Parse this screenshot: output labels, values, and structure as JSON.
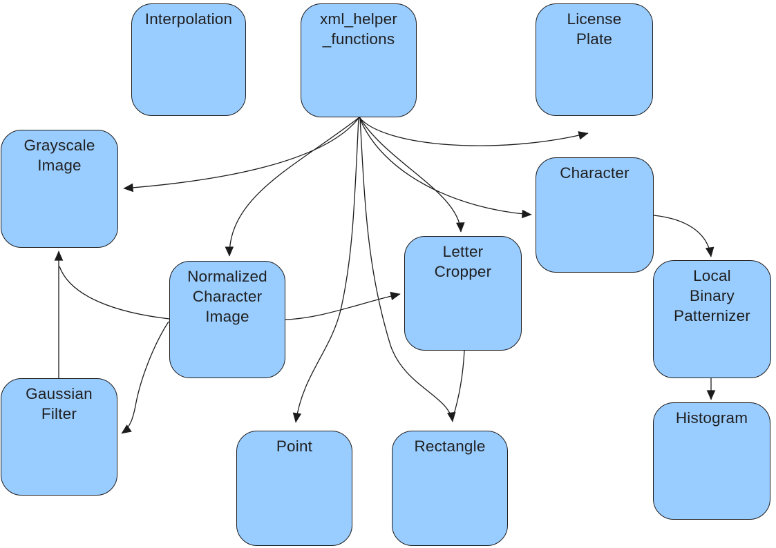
{
  "diagram": {
    "title": "class dependency diagram",
    "colors": {
      "canvas_bg": "#ffffff",
      "node_fill": "#99CCFF",
      "node_border": "#1b1b1b",
      "edge_stroke": "#1b1b1b"
    },
    "nodes": {
      "interpolation": {
        "label": "Interpolation"
      },
      "xml_helper_functions": {
        "label": "xml_helper\n_functions"
      },
      "license_plate": {
        "label": "License\nPlate"
      },
      "grayscale_image": {
        "label": "Grayscale\nImage"
      },
      "character": {
        "label": "Character"
      },
      "normalized_character_image": {
        "label": "Normalized\nCharacter\nImage"
      },
      "letter_cropper": {
        "label": "Letter\nCropper"
      },
      "local_binary_patternizer": {
        "label": "Local\nBinary\nPatternizer"
      },
      "gaussian_filter": {
        "label": "Gaussian\nFilter"
      },
      "point": {
        "label": "Point"
      },
      "rectangle": {
        "label": "Rectangle"
      },
      "histogram": {
        "label": "Histogram"
      }
    },
    "edges": [
      {
        "from": "xml_helper_functions",
        "to": "license_plate"
      },
      {
        "from": "xml_helper_functions",
        "to": "grayscale_image"
      },
      {
        "from": "xml_helper_functions",
        "to": "character"
      },
      {
        "from": "xml_helper_functions",
        "to": "normalized_character_image"
      },
      {
        "from": "xml_helper_functions",
        "to": "letter_cropper"
      },
      {
        "from": "xml_helper_functions",
        "to": "point"
      },
      {
        "from": "xml_helper_functions",
        "to": "rectangle"
      },
      {
        "from": "normalized_character_image",
        "to": "letter_cropper"
      },
      {
        "from": "normalized_character_image",
        "to": "grayscale_image"
      },
      {
        "from": "normalized_character_image",
        "to": "gaussian_filter"
      },
      {
        "from": "gaussian_filter",
        "to": "grayscale_image"
      },
      {
        "from": "character",
        "to": "local_binary_patternizer"
      },
      {
        "from": "letter_cropper",
        "to": "rectangle"
      },
      {
        "from": "local_binary_patternizer",
        "to": "histogram"
      }
    ]
  }
}
